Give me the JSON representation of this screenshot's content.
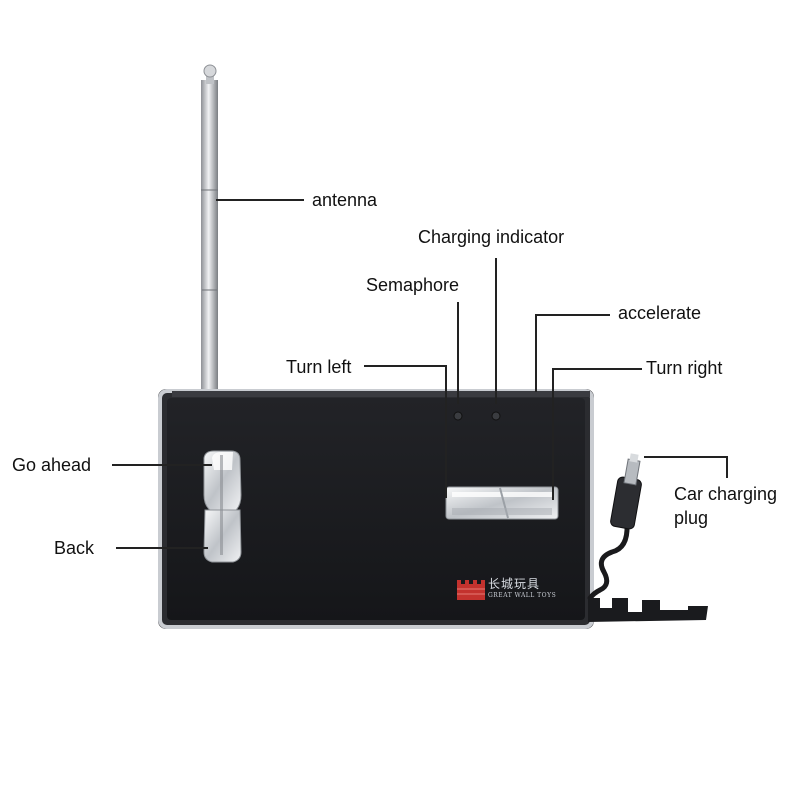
{
  "diagram": {
    "labels": {
      "antenna": "antenna",
      "charging_indicator": "Charging indicator",
      "semaphore": "Semaphore",
      "accelerate": "accelerate",
      "turn_left": "Turn left",
      "turn_right": "Turn right",
      "go_ahead": "Go ahead",
      "back": "Back",
      "car_charging_plug": "Car charging plug"
    },
    "brand": {
      "chinese": "长城玩具",
      "english": "GREAT WALL TOYS"
    }
  },
  "colors": {
    "background": "#ffffff",
    "body_black": "#1b1c1f",
    "body_edge": "#c9ccd1",
    "chrome": "#dfe2e6",
    "logo_red": "#c3322e",
    "leader_line": "#222222",
    "label_text": "#111111"
  }
}
